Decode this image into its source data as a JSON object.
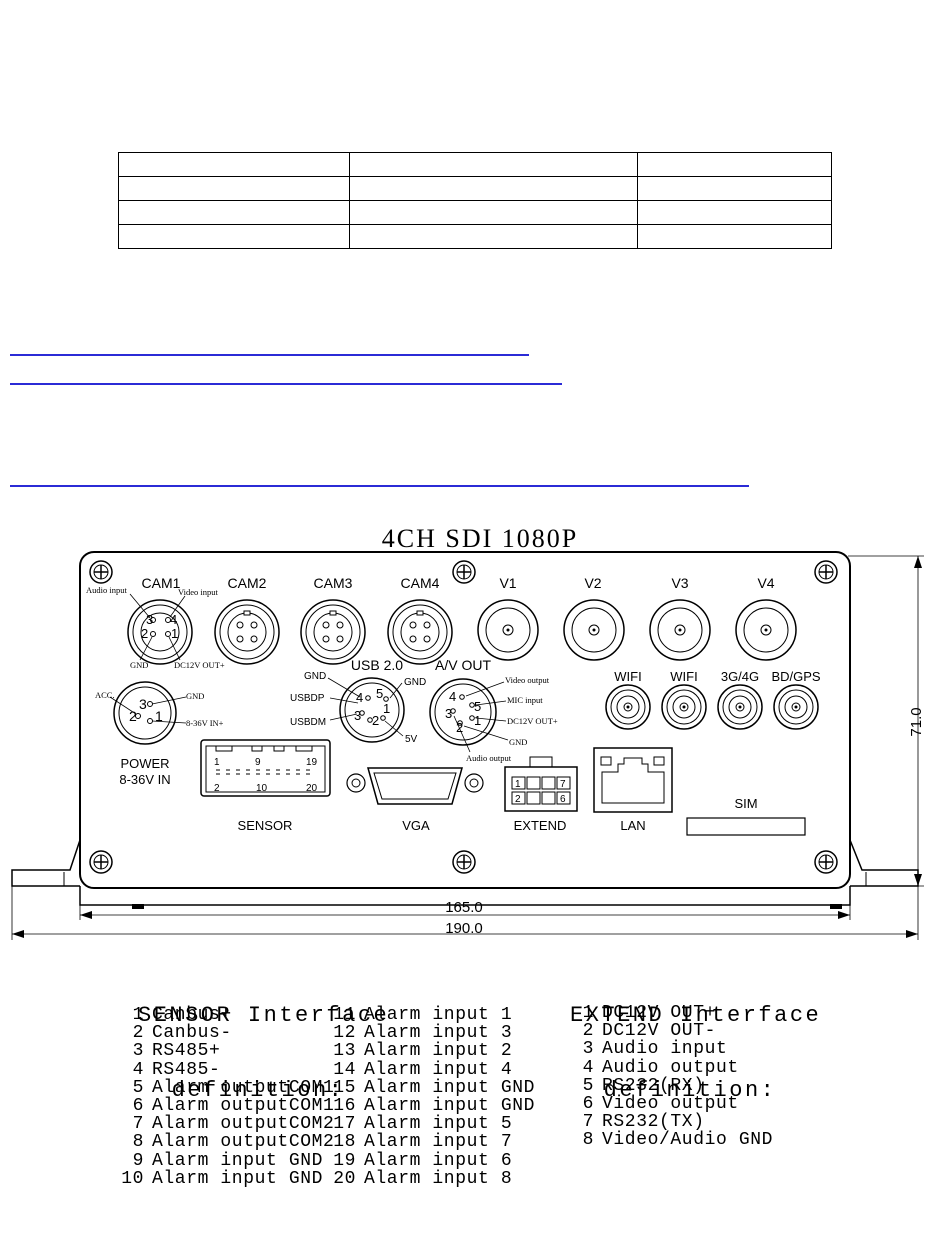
{
  "diagram": {
    "title": "4CH SDI 1080P",
    "top_row_ports": [
      "CAM1",
      "CAM2",
      "CAM3",
      "CAM4",
      "V1",
      "V2",
      "V3",
      "V4"
    ],
    "cam1_pins": {
      "p1": "1",
      "p2": "2",
      "p3": "3",
      "p4": "4",
      "audio_input": "Audio input",
      "video_input": "Video input",
      "gnd": "GND",
      "dc12v_out": "DC12V OUT+"
    },
    "antennas": [
      "WIFI",
      "WIFI",
      "3G/4G",
      "BD/GPS"
    ],
    "power": {
      "label": "POWER",
      "range": "8-36V IN",
      "acc": "ACC.",
      "gnd": "GND",
      "vin": "8-36V IN+",
      "p1": "1",
      "p2": "2",
      "p3": "3"
    },
    "usb": {
      "label": "USB 2.0",
      "gnd_left": "GND",
      "gnd_right": "GND",
      "usbdp": "USBDP",
      "usbdm": "USBDM",
      "v5": "5V",
      "p1": "1",
      "p2": "2",
      "p3": "3",
      "p4": "4",
      "p5": "5"
    },
    "av_out": {
      "label": "A/V OUT",
      "video_output": "Video output",
      "mic_input": "MIC input",
      "dc12v_out": "DC12V OUT+",
      "gnd": "GND",
      "audio_output": "Audio output",
      "p1": "1",
      "p2": "2",
      "p3": "3",
      "p4": "4",
      "p5": "5"
    },
    "sensor": {
      "label": "SENSOR",
      "n1": "1",
      "n9": "9",
      "n19": "19",
      "n2": "2",
      "n10": "10",
      "n20": "20"
    },
    "vga": "VGA",
    "extend": {
      "label": "EXTEND",
      "n1": "1",
      "n2": "2",
      "n7": "7",
      "n6": "6"
    },
    "lan": "LAN",
    "sim": "SIM",
    "dim_height": "71.0",
    "dim_inner": "165.0",
    "dim_outer": "190.0"
  },
  "sensor_def": {
    "title_line1": "SENSOR Interface",
    "title_line2": "definition:",
    "left": [
      {
        "n": "1",
        "t": "Canbus+"
      },
      {
        "n": "2",
        "t": "Canbus-"
      },
      {
        "n": "3",
        "t": "RS485+"
      },
      {
        "n": "4",
        "t": "RS485-"
      },
      {
        "n": "5",
        "t": "Alarm outputCOM1"
      },
      {
        "n": "6",
        "t": "Alarm outputCOM1"
      },
      {
        "n": "7",
        "t": "Alarm outputCOM2"
      },
      {
        "n": "8",
        "t": "Alarm outputCOM2"
      },
      {
        "n": "9",
        "t": "Alarm input GND"
      },
      {
        "n": "10",
        "t": "Alarm input GND"
      }
    ],
    "right": [
      {
        "n": "11",
        "t": "Alarm input 1"
      },
      {
        "n": "12",
        "t": "Alarm input 3"
      },
      {
        "n": "13",
        "t": "Alarm input 2"
      },
      {
        "n": "14",
        "t": "Alarm input 4"
      },
      {
        "n": "15",
        "t": "Alarm input GND"
      },
      {
        "n": "16",
        "t": "Alarm input GND"
      },
      {
        "n": "17",
        "t": "Alarm input 5"
      },
      {
        "n": "18",
        "t": "Alarm input 7"
      },
      {
        "n": "19",
        "t": "Alarm input 6"
      },
      {
        "n": "20",
        "t": "Alarm input 8"
      }
    ]
  },
  "extend_def": {
    "title_line1": "EXTEND Interface",
    "title_line2": "definition:",
    "items": [
      {
        "n": "1",
        "t": "DC12V OUT+"
      },
      {
        "n": "2",
        "t": "DC12V OUT-"
      },
      {
        "n": "3",
        "t": "Audio input"
      },
      {
        "n": "4",
        "t": "Audio output"
      },
      {
        "n": "5",
        "t": "RS232(RX)"
      },
      {
        "n": "6",
        "t": "Video output"
      },
      {
        "n": "7",
        "t": "RS232(TX)"
      },
      {
        "n": "8",
        "t": "Video/Audio GND"
      }
    ]
  }
}
